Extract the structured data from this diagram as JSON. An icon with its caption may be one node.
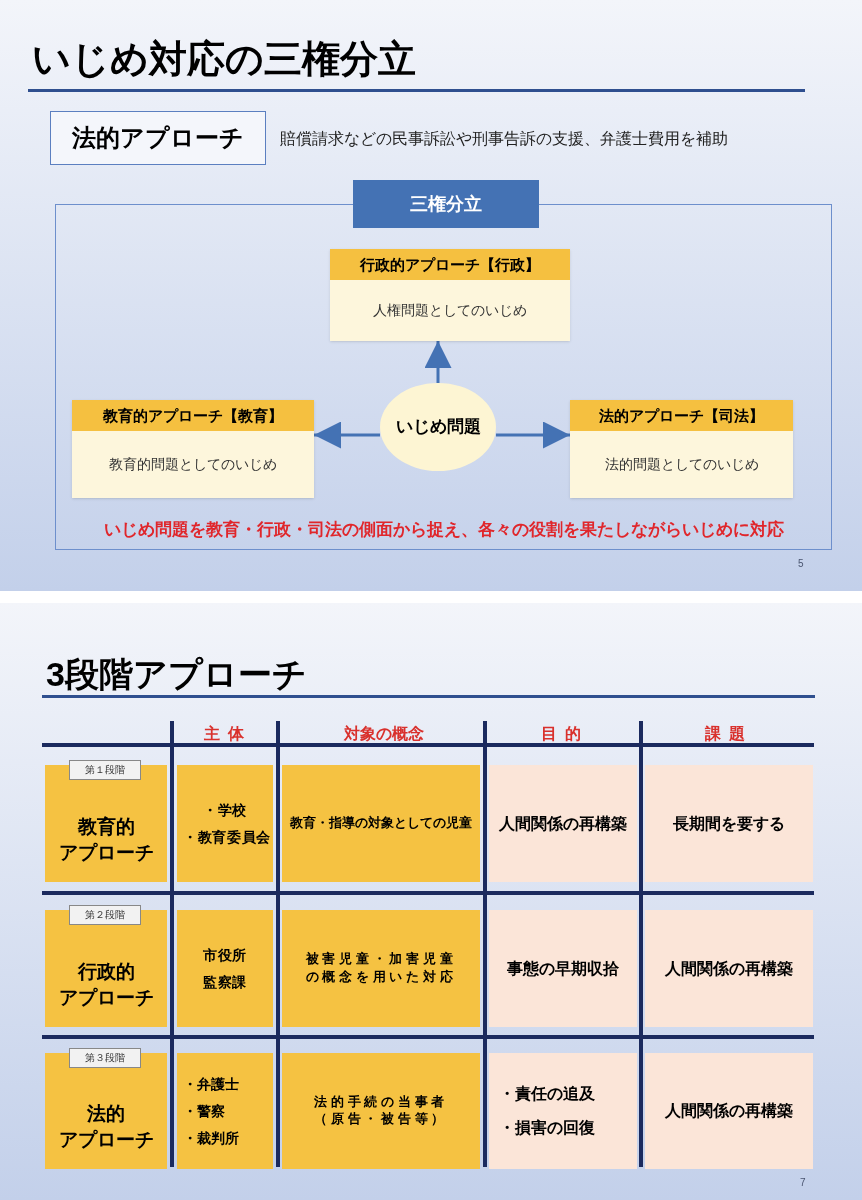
{
  "diagram": {
    "title": "いじめ対応の三権分立",
    "nodes": [
      {
        "text": [
          "法的アプローチ"
        ],
        "beside": [
          "賠償請求などの民事訴訟や刑事告訴の支援、弁護士費用を補助"
        ]
      },
      {
        "text": [
          "三権分立"
        ]
      },
      {
        "text": [
          "行政的アプローチ【行政】",
          "人権問題としてのいじめ"
        ],
        "in": 1
      },
      {
        "text": [
          "いじめ問題"
        ],
        "in": 1
      },
      {
        "text": [
          "教育的アプローチ【教育】",
          "教育的問題としてのいじめ"
        ],
        "in": 1
      },
      {
        "text": [
          "法的アプローチ【司法】",
          "法的問題としてのいじめ"
        ],
        "in": 1
      },
      {
        "text": [
          "第１段階",
          "教育的アプローチ"
        ]
      },
      {
        "text": [
          "・学校",
          "・教育委員会"
        ]
      },
      {
        "text": [
          "教育・指導の対象としての児童"
        ]
      },
      {
        "text": [
          "人間関係の再構築"
        ]
      },
      {
        "text": [
          "長期間を要する"
        ]
      },
      {
        "text": [
          "第２段階",
          "行政的アプローチ"
        ]
      },
      {
        "text": [
          "市役所",
          "監察課"
        ]
      },
      {
        "text": [
          "被害児童・加害児童の概念を用いた対応"
        ]
      },
      {
        "text": [
          "事態の早期収拾"
        ]
      },
      {
        "text": [
          "人間関係の再構築"
        ]
      },
      {
        "text": [
          "第３段階",
          "法的アプローチ"
        ]
      },
      {
        "text": [
          "・弁護士",
          "・警察",
          "・裁判所"
        ]
      },
      {
        "text": [
          "法的手続の当事者（原告・被告等）"
        ]
      },
      {
        "text": [
          "・責任の追及",
          "・損害の回復"
        ]
      },
      {
        "text": [
          "人間関係の再構築"
        ]
      }
    ],
    "edges": [
      {
        "from": 3,
        "to": 2,
        "arrow": "to"
      },
      {
        "from": 3,
        "to": 4,
        "arrow": "to"
      },
      {
        "from": 3,
        "to": 5,
        "arrow": "to"
      }
    ],
    "labels": [
      "いじめ問題を教育・行政・司法の側面から捉え、各々の役割を果たしながらいじめに対応",
      "5",
      "3段階アプローチ",
      "主体",
      "対象の概念",
      "目的",
      "課題",
      "7"
    ]
  }
}
